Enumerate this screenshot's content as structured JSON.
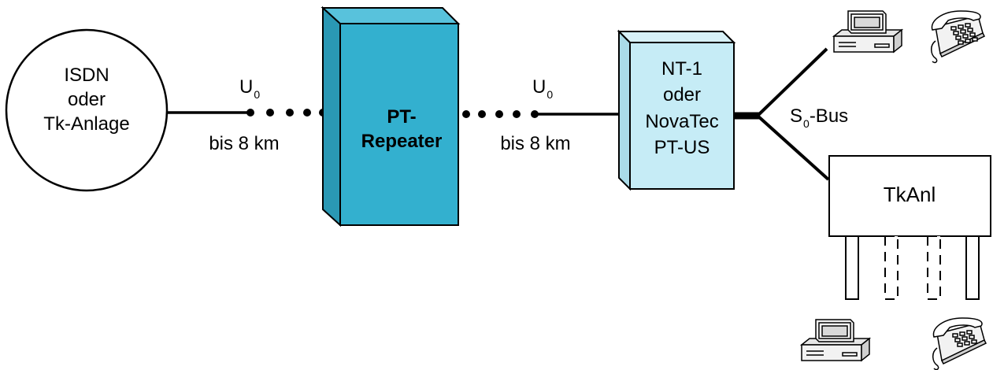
{
  "diagram": {
    "isdn_node": {
      "lines": [
        "ISDN",
        "oder",
        "Tk-Anlage"
      ]
    },
    "link_left": {
      "interface_main": "U",
      "interface_sub": "0",
      "distance": "bis 8 km"
    },
    "repeater": {
      "lines": [
        "PT-",
        "Repeater"
      ]
    },
    "link_right": {
      "interface_main": "U",
      "interface_sub": "0",
      "distance": "bis 8 km"
    },
    "nt_box": {
      "lines": [
        "NT-1",
        "oder",
        "NovaTec",
        "PT-US"
      ]
    },
    "bus": {
      "main": "S",
      "sub": "0",
      "suffix": "-Bus"
    },
    "tk_box": {
      "label": "TkAnl"
    },
    "icons": [
      "computer-icon",
      "telephone-icon",
      "computer-icon",
      "telephone-icon"
    ],
    "colors": {
      "repeater_front": "#33b0cf",
      "repeater_side": "#2a98b4",
      "repeater_top": "#58c2dc",
      "nt_front": "#c6ecf6",
      "nt_side": "#aadbe8",
      "stroke": "#000000"
    }
  }
}
